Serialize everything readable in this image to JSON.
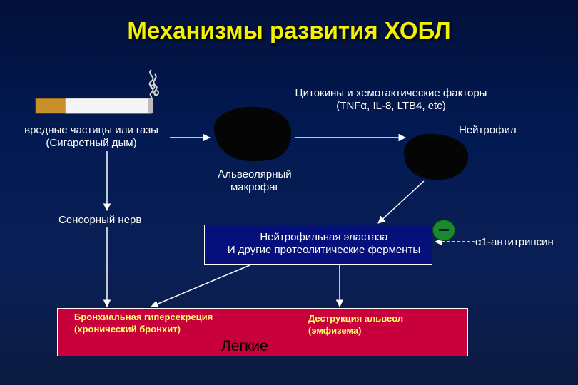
{
  "title": "Механизмы развития ХОБЛ",
  "nodes": {
    "particles": {
      "line1": "вредные частицы или газы",
      "line2": "(Сигаретный дым)"
    },
    "cytokines": {
      "line1": "Цитокины и хемотактические факторы",
      "line2": "(TNFα, IL-8, LTB4, etc)"
    },
    "neutrophil": "Нейтрофил",
    "macrophage": {
      "line1": "Альвеолярный",
      "line2": "макрофаг"
    },
    "sensory_nerve": "Сенсорный нерв",
    "elastase": {
      "line1": "Нейтрофильная эластаза",
      "line2": "И другие протеолитические ферменты"
    },
    "antitrypsin": "α1-антитрипсин",
    "hypersecretion": {
      "line1": "Бронхиальная гиперсекреция",
      "line2": "(хронический бронхит)"
    },
    "destruction": {
      "line1": "Деструкция альвеол",
      "line2": "(эмфизема)"
    },
    "lungs": "Легкие"
  },
  "colors": {
    "title": "#f2f200",
    "elastase_box": "#06107a",
    "lungs_box": "#c8003c",
    "lungs_text": "#ffff66",
    "inhibitor_badge": "#1a8a2a"
  },
  "icons": [
    "cigarette-icon",
    "smoke-icon",
    "macrophage-cell-icon",
    "neutrophil-cell-icon",
    "inhibition-minus-icon"
  ]
}
